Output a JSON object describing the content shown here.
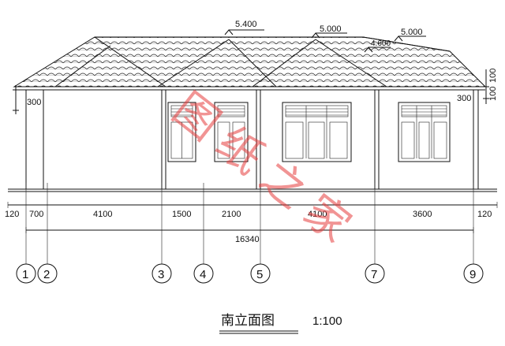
{
  "drawing": {
    "title": "南立面图",
    "scale": "1:100",
    "watermark": "图纸之家",
    "overall_dimension": "16340",
    "segment_dimensions": [
      "120",
      "700",
      "4100",
      "1500",
      "2100",
      "4100",
      "3600",
      "120"
    ],
    "axes": [
      "1",
      "2",
      "3",
      "4",
      "5",
      "7",
      "9"
    ],
    "elevations": [
      "5.400",
      "5.000",
      "4.600",
      "5.000"
    ],
    "side_dims": [
      "300",
      "300",
      "100",
      "100"
    ]
  },
  "colors": {
    "line": "#111111",
    "watermark": "#e63c3c"
  }
}
